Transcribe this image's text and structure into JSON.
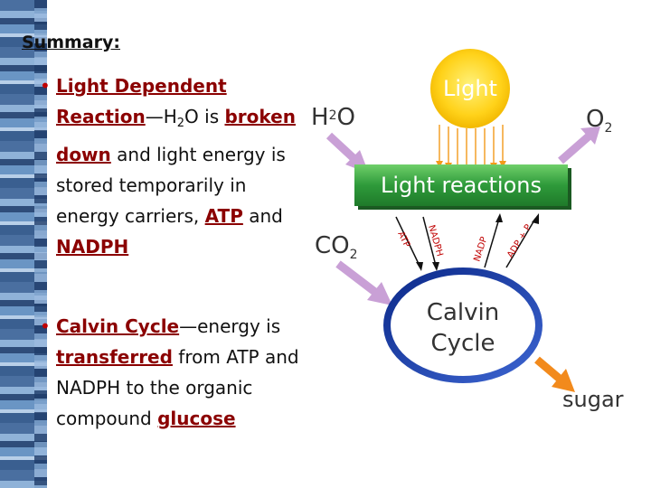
{
  "summary": {
    "title": "Summary:",
    "bullet1": {
      "term": "Light Dependent Reaction",
      "dash": "—",
      "h": "H",
      "sub2": "2",
      "o_is": "O is",
      "broken": "broken down",
      "and_light": " and light energy is stored temporarily in energy carriers,",
      "atp": "ATP",
      "and": " and ",
      "nadph": "NADPH"
    },
    "bullet2": {
      "term": "Calvin Cycle",
      "dash_energy": "—energy is",
      "transferred": "transferred",
      "rest": " from ATP and NADPH to the organic compound",
      "glucose": "glucose"
    }
  },
  "diagram": {
    "sun_label": "Light",
    "h2o_h": "H",
    "h2o_2": "2",
    "h2o_o": "O",
    "o2_o": "O",
    "o2_2": "2",
    "light_reactions": "Light reactions",
    "co2_co": "CO",
    "co2_2": "2",
    "arrow_labels": [
      "ATP",
      "NADPH",
      "NADP",
      "ADP + P"
    ],
    "calvin_line1": "Calvin",
    "calvin_line2": "Cycle",
    "sugar": "sugar",
    "colors": {
      "sun": "#ffd21a",
      "light_reactions_box": "#2e9a3a",
      "arrow_pink": "#c9a0d6",
      "arrow_orange": "#f28a1c",
      "label_red": "#c00000",
      "calvin_ring": "#1a3caa"
    }
  }
}
